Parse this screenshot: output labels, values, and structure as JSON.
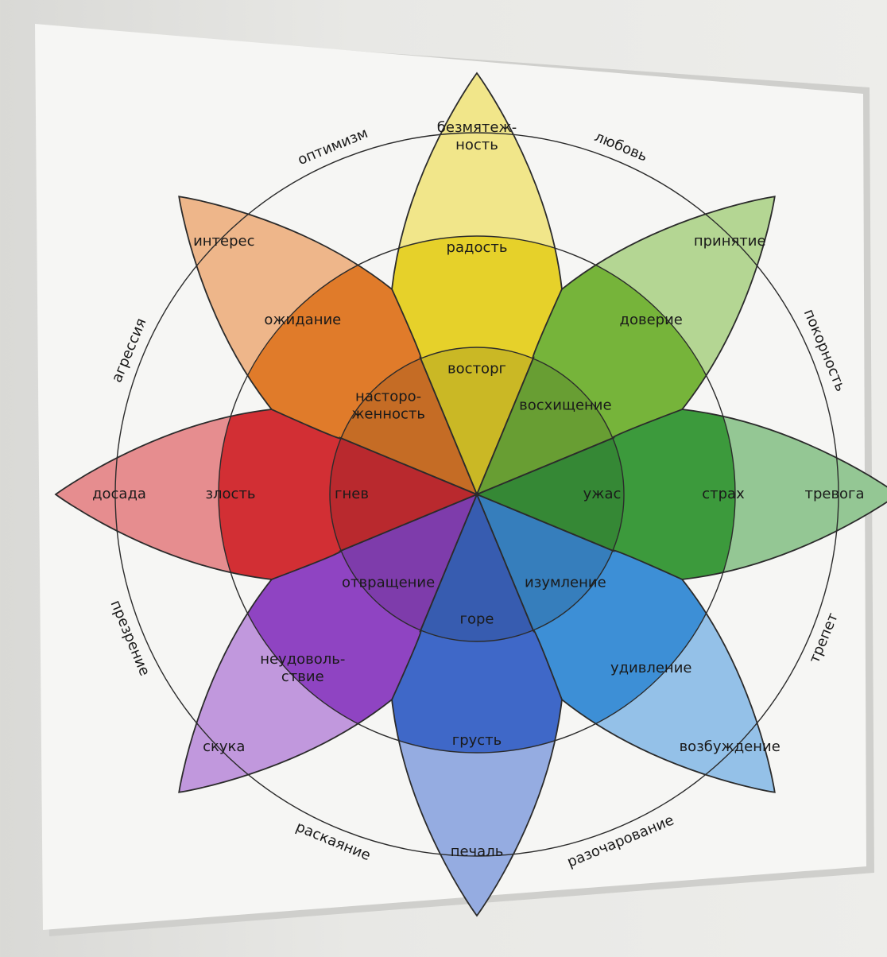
{
  "petals": [
    {
      "key": "joy",
      "color": "#e6d12a",
      "labels": [
        "безмятеж-|ность",
        "радость",
        "восторг"
      ]
    },
    {
      "key": "trust",
      "color": "#76b43a",
      "labels": [
        "принятие",
        "доверие",
        "восхищение"
      ]
    },
    {
      "key": "fear",
      "color": "#3c9a3c",
      "labels": [
        "тревога",
        "страх",
        "ужас"
      ]
    },
    {
      "key": "surprise",
      "color": "#3d8fd6",
      "labels": [
        "возбуждение",
        "удивление",
        "изумление"
      ]
    },
    {
      "key": "sadness",
      "color": "#3f68c8",
      "labels": [
        "печаль",
        "грусть",
        "горе"
      ]
    },
    {
      "key": "disgust",
      "color": "#8f44c2",
      "labels": [
        "скука",
        "неудоволь-|ствие",
        "отвращение"
      ]
    },
    {
      "key": "anger",
      "color": "#d22f34",
      "labels": [
        "досада",
        "злость",
        "гнев"
      ]
    },
    {
      "key": "anticipation",
      "color": "#e07b2a",
      "labels": [
        "интерес",
        "ожидание",
        "насторо-|женность"
      ]
    }
  ],
  "dyads": [
    "любовь",
    "покорность",
    "трепет",
    "разочарование",
    "раскаяние",
    "презрение",
    "агрессия",
    "оптимизм"
  ],
  "colors": {
    "canvas": "#f5f5f3",
    "outline": "#2b2b2b",
    "wall": "#e6e6e3"
  }
}
